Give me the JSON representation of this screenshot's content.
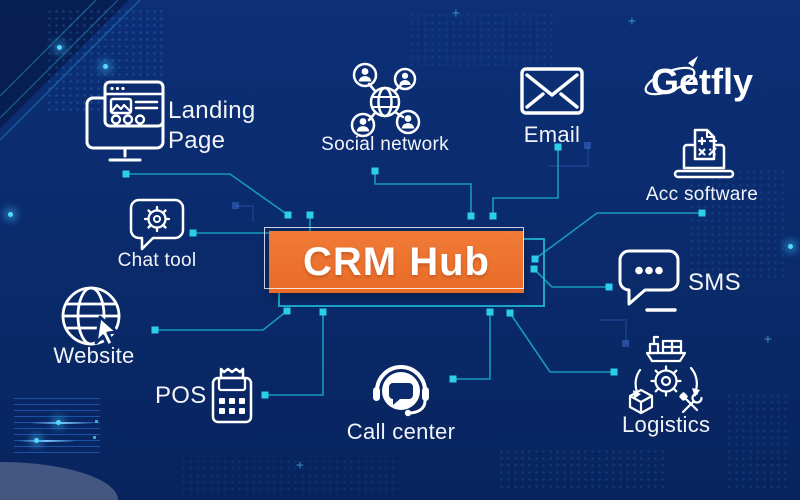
{
  "brand": {
    "name": "Getfly",
    "logo_icon": "orbit-rocket-icon"
  },
  "hub": {
    "label": "CRM Hub"
  },
  "spokes": [
    {
      "id": "landing-page",
      "label": "Landing Page",
      "icon": "monitor-browser-icon"
    },
    {
      "id": "social-network",
      "label": "Social network",
      "icon": "globe-users-network-icon"
    },
    {
      "id": "email",
      "label": "Email",
      "icon": "envelope-icon"
    },
    {
      "id": "acc-software",
      "label": "Acc software",
      "icon": "laptop-calculator-icon"
    },
    {
      "id": "chat-tool",
      "label": "Chat tool",
      "icon": "speech-bubble-gear-icon"
    },
    {
      "id": "sms",
      "label": "SMS",
      "icon": "speech-bubble-dots-icon"
    },
    {
      "id": "website",
      "label": "Website",
      "icon": "globe-cursor-icon"
    },
    {
      "id": "pos",
      "label": "POS",
      "icon": "pos-terminal-icon"
    },
    {
      "id": "call-center",
      "label": "Call center",
      "icon": "headset-agent-icon"
    },
    {
      "id": "logistics",
      "label": "Logistics",
      "icon": "ship-gear-box-tools-icon"
    }
  ],
  "colors": {
    "background": "#0A2B6E",
    "hub_orange": "#ED7133",
    "connector_teal": "#1699BE",
    "node_cyan": "#2BCFEA",
    "text": "#FFFFFF"
  }
}
